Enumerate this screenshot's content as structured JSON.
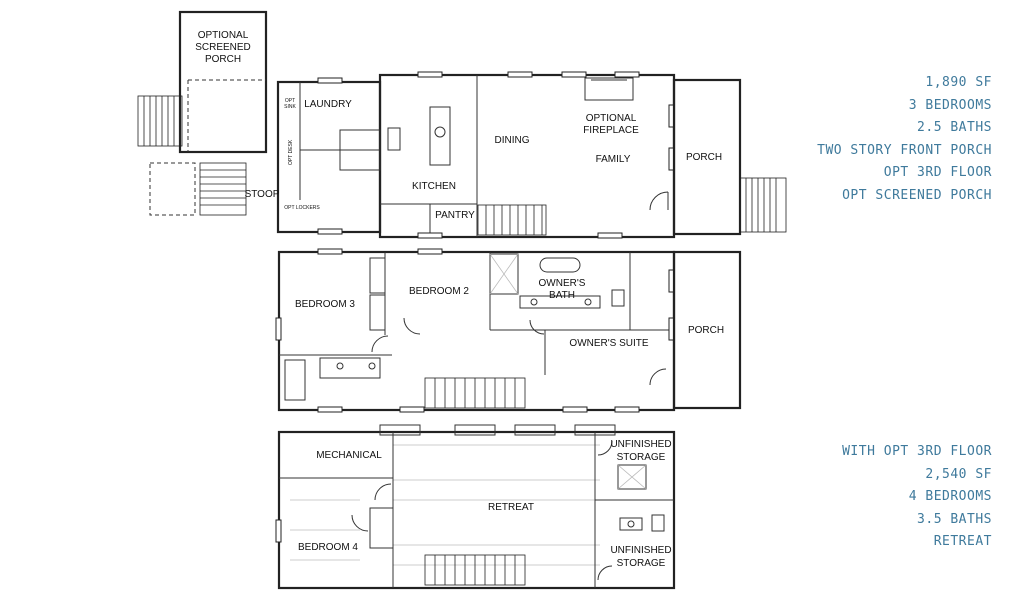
{
  "rooms": {
    "optional_screened_porch": [
      "OPTIONAL",
      "SCREENED",
      "PORCH"
    ],
    "laundry": "LAUNDRY",
    "opt_sink": [
      "OPT",
      "SINK"
    ],
    "opt_desk": "OPT DESK",
    "opt_lockers": "OPT LOCKERS",
    "stoop": "STOOP",
    "kitchen": "KITCHEN",
    "pantry": "PANTRY",
    "dining": "DINING",
    "optional_fireplace": [
      "OPTIONAL",
      "FIREPLACE"
    ],
    "family": "FAMILY",
    "porch_first": "PORCH",
    "bedroom_3": "BEDROOM 3",
    "bedroom_2": "BEDROOM 2",
    "owners_bath": [
      "OWNER'S",
      "BATH"
    ],
    "owners_suite": "OWNER'S SUITE",
    "porch_second": "PORCH",
    "mechanical": "MECHANICAL",
    "retreat": "RETREAT",
    "unfinished_storage_top": [
      "UNFINISHED",
      "STORAGE"
    ],
    "unfinished_storage_bottom": [
      "UNFINISHED",
      "STORAGE"
    ],
    "bedroom_4": "BEDROOM 4"
  },
  "specs_main": [
    "1,890 SF",
    "3 BEDROOMS",
    "2.5 BATHS",
    "TWO STORY FRONT PORCH",
    "OPT 3RD FLOOR",
    "OPT SCREENED PORCH"
  ],
  "specs_third": [
    "WITH OPT 3RD FLOOR",
    "2,540 SF",
    "4 BEDROOMS",
    "3.5 BATHS",
    "RETREAT"
  ],
  "colors": {
    "accent": "#3f7a9c",
    "line": "#222222"
  }
}
